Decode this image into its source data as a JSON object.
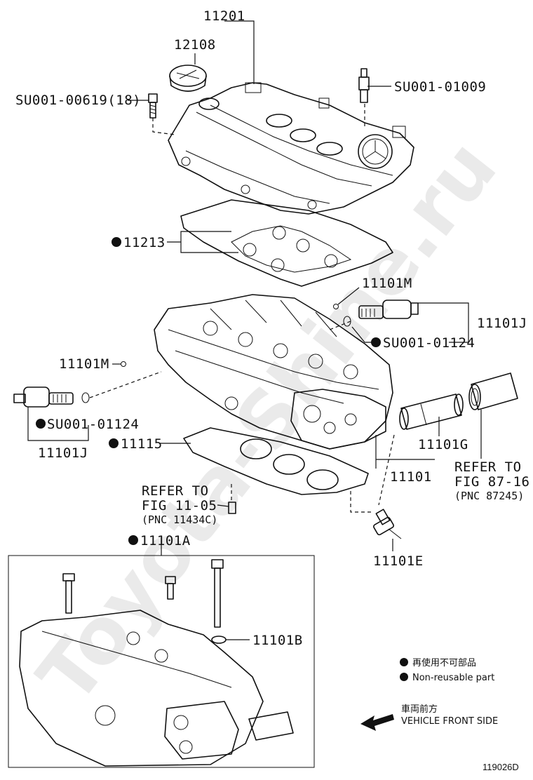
{
  "watermark": "Toyota-Shine.ru",
  "labels": {
    "p11201": "11201",
    "p12108": "12108",
    "su00619": "SU001-00619(18)",
    "su01009": "SU001-01009",
    "p11213": "11213",
    "p11101M_top": "11101M",
    "p11101J_right": "11101J",
    "su01124_right": "SU001-01124",
    "p11101M_left": "11101M",
    "su01124_left": "SU001-01124",
    "p11101J_left": "11101J",
    "p11115": "11115",
    "p11101G": "11101G",
    "p11101": "11101",
    "ref1_l1": "REFER TO",
    "ref1_l2": "FIG 87-16",
    "ref1_l3": "(PNC 87245)",
    "ref2_l1": "REFER TO",
    "ref2_l2": "FIG 11-05",
    "ref2_l3": "(PNC 11434C)",
    "p11101E": "11101E",
    "p11101A": "11101A",
    "p11101B": "11101B"
  },
  "legend": {
    "jp_nonreusable": "再使用不可部品",
    "nonreusable": "Non-reusable part",
    "jp_front": "車両前方",
    "front": "VEHICLE FRONT SIDE"
  },
  "figure_code": "119026D"
}
